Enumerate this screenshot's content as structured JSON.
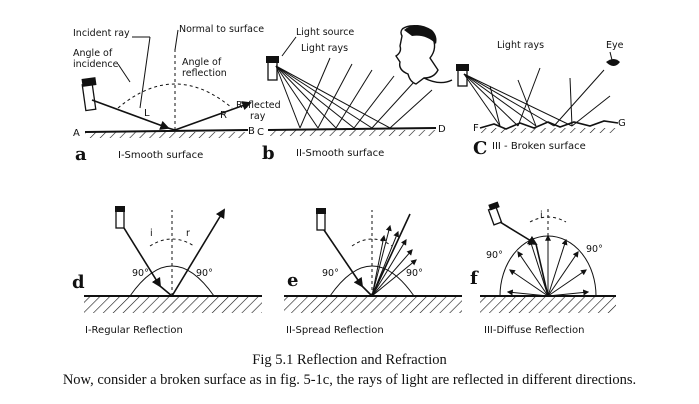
{
  "panels": {
    "a": {
      "letter": "a",
      "title": "I-Smooth surface",
      "incident_ray": "Incident ray",
      "normal": "Normal to surface",
      "angle_incidence_1": "Angle of",
      "angle_incidence_2": "incidence",
      "angle_reflection_1": "Angle of",
      "angle_reflection_2": "reflection",
      "reflected_1": "Reflected",
      "reflected_2": "ray",
      "L": "L",
      "R": "R",
      "A": "A",
      "B": "B"
    },
    "b": {
      "letter": "b",
      "title": "II-Smooth surface",
      "light_source": "Light source",
      "light_rays": "Light rays",
      "C": "C",
      "D": "D"
    },
    "c": {
      "letter": "C",
      "title": "III - Broken surface",
      "light_rays": "Light rays",
      "eye": "Eye",
      "F": "F",
      "G": "G"
    },
    "d": {
      "letter": "d",
      "title": "I-Regular Reflection",
      "i": "i",
      "r": "r",
      "angle_left": "90°",
      "angle_right": "90°"
    },
    "e": {
      "letter": "e",
      "title": "II-Spread Reflection",
      "angle_left": "90°",
      "angle_right": "90°"
    },
    "f": {
      "letter": "f",
      "title": "III-Diffuse Reflection",
      "i": "i",
      "angle_left": "90°",
      "angle_right": "90°"
    }
  },
  "caption": "Fig 5.1 Reflection and Refraction",
  "body_text": "Now, consider a broken surface as in fig. 5-1c, the rays of light are reflected in different directions."
}
